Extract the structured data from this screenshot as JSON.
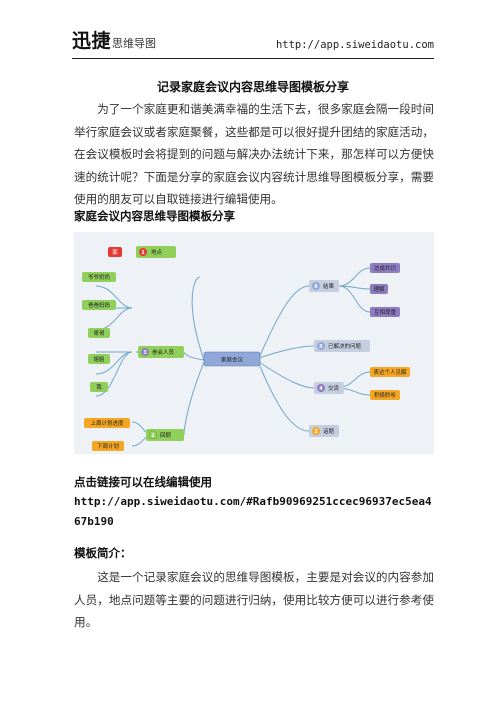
{
  "header": {
    "brand_main": "迅捷",
    "brand_sub": "思维导图",
    "url": "http://app.siweidaotu.com"
  },
  "title": "记录家庭会议内容思维导图模板分享",
  "intro": "为了一个家庭更和谐美满幸福的生活下去，很多家庭会隔一段时间举行家庭会议或者家庭聚餐，这些都是可以很好提升团结的家庭活动，在会议模板时会将提到的问题与解决办法统计下来，那怎样可以方便快速的统计呢？下面是分享的家庭会议内容统计思维导图模板分享，需要使用的朋友可以自取链接进行编辑使用。",
  "section_heading": "家庭会议内容思维导图模板分享",
  "mindmap": {
    "center": "家庭会议",
    "branches": {
      "location": {
        "num": "1",
        "label": "地点",
        "leaf": "家"
      },
      "participants": {
        "num": "3",
        "label": "参会人员",
        "leaves": [
          "爷爷奶奶",
          "爸爸妈妈",
          "哥哥",
          "姐姐",
          "我"
        ]
      },
      "review": {
        "num": "2",
        "label": "回顾",
        "leaves": [
          "上周计划进度",
          "下周计划"
        ]
      },
      "result": {
        "num": "6",
        "label": "结果",
        "leaves": [
          "达成共识",
          "理解",
          "互相尊重"
        ]
      },
      "solved": {
        "num": "5",
        "label": "已解决的问题"
      },
      "exchange": {
        "num": "4",
        "label": "交流",
        "leaves": [
          "表达个人见解",
          "积极聆听"
        ]
      },
      "topic": {
        "num": "3",
        "label": "话题"
      }
    },
    "colors": {
      "green": "#8fcf5a",
      "orange": "#f5a623",
      "red": "#e53935",
      "purple": "#8e7cc3",
      "blue": "#8fa8d8",
      "line": "#6fa8c8"
    }
  },
  "link_label": "点击链接可以在线编辑使用",
  "link_url": "http://app.siweidaotu.com/#Rafb90969251ccec96937ec5ea467b190",
  "intro2_heading": "模板简介：",
  "intro2": "这是一个记录家庭会议的思维导图模板，主要是对会议的内容参加人员，地点问题等主要的问题进行归纳，使用比较方便可以进行参考使用。"
}
